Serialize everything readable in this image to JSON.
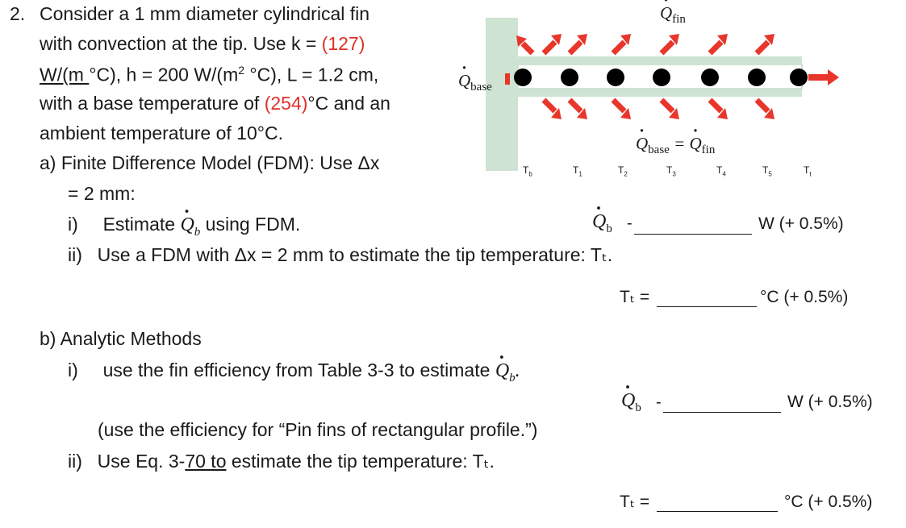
{
  "problem": {
    "number": "2.",
    "line1": "Consider a 1 mm diameter cylindrical fin",
    "line2_pre": "with convection at the tip.  Use k = ",
    "k_value": "(127)",
    "line3_a": "W/(m ",
    "line3_b": "°C), h = 200 W/(m",
    "line3_sup": "2",
    "line3_c": " °C), L = 1.2 cm,",
    "line4_pre": "with a base temperature of ",
    "base_temp": "(254)",
    "line4_post": "°C and an",
    "line5": "ambient temperature of 10°C."
  },
  "part_a": {
    "heading": "a)  Finite Difference Model (FDM): Use Δx",
    "heading_cont": "= 2 mm:",
    "item_i_label": "i)",
    "item_i_text": "Estimate",
    "item_i_post": "using FDM.",
    "item_ii_label": "ii)",
    "item_ii_text": "Use a FDM with Δx = 2 mm to estimate the tip temperature: Tₜ.",
    "qb_answer_prefix": "-",
    "qb_units": "W (+ 0.5%)",
    "tt_answer_prefix": "Tₜ =",
    "tt_units": "°C  (+ 0.5%)"
  },
  "part_b": {
    "heading": "b)  Analytic Methods",
    "item_i_label": "i)",
    "item_i_text": "use the fin efficiency from Table 3-3 to estimate",
    "note": "(use the efficiency for “Pin fins of rectangular profile.”)",
    "item_ii_label": "ii)",
    "item_ii_pre": "Use Eq. 3-",
    "item_ii_ref": "70  to",
    "item_ii_post": " estimate the tip temperature: Tₜ.",
    "qb_answer_prefix": "-",
    "qb_units": "W (+ 0.5%)",
    "tt_answer_prefix": "Tₜ =",
    "tt_units": "°C (+ 0.5%)"
  },
  "figure": {
    "q_fin_sub": "fin",
    "q_base_sub": "base",
    "eq_left_sub": "base",
    "eq_right_sub": "fin",
    "node_labels": [
      "T",
      "T",
      "T",
      "T",
      "T",
      "T",
      "T"
    ],
    "node_subs": [
      "b",
      "1",
      "2",
      "3",
      "4",
      "5",
      "t"
    ],
    "colors": {
      "wall": "#cfe3d2",
      "fin": "#ffffff",
      "node": "#000000",
      "arrow": "#e8362b"
    }
  },
  "symbols": {
    "Q": "Q",
    "b": "b"
  }
}
